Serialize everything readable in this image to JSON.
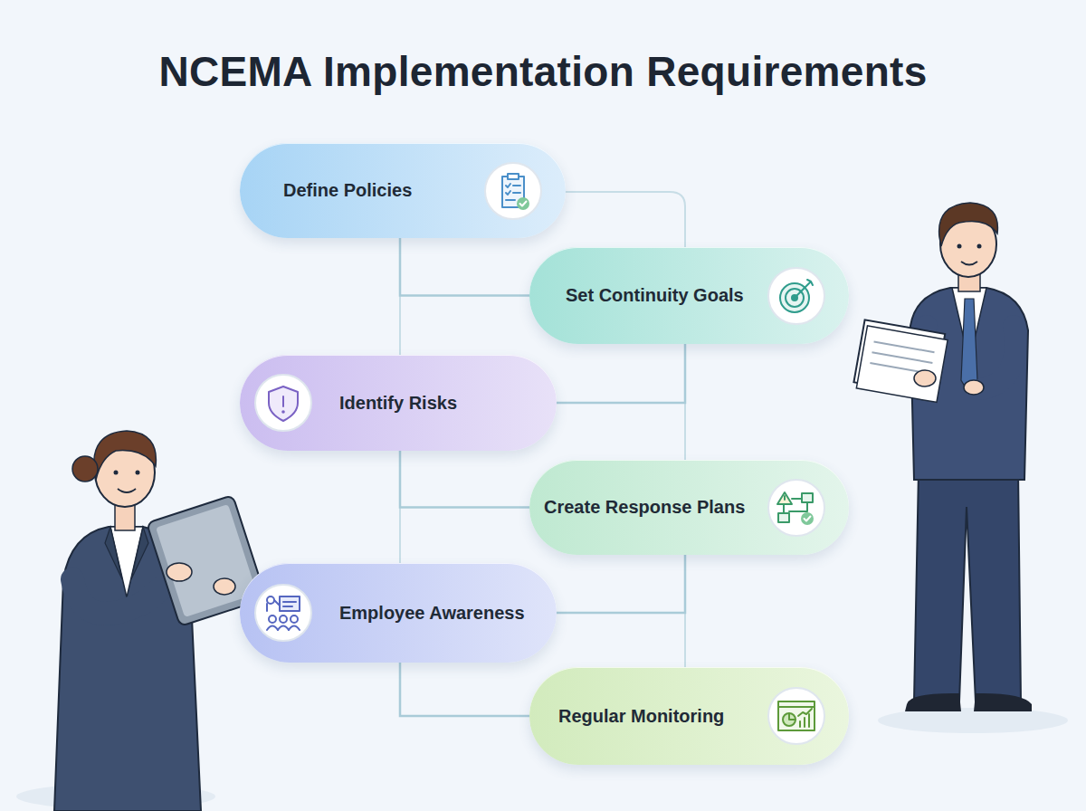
{
  "diagram": {
    "title": "NCEMA Implementation Requirements",
    "nodes": [
      {
        "text": [
          "Define Policies"
        ]
      },
      {
        "text": [
          "Set Continuity Goals"
        ]
      },
      {
        "text": [
          "Identify Risks"
        ]
      },
      {
        "text": [
          "Create Response Plans"
        ]
      },
      {
        "text": [
          "Employee Awareness"
        ]
      },
      {
        "text": [
          "Regular Monitoring"
        ]
      }
    ],
    "edges": [
      {
        "from": 0,
        "to": 1,
        "arrow": "none"
      },
      {
        "from": 1,
        "to": 2,
        "arrow": "none"
      },
      {
        "from": 2,
        "to": 3,
        "arrow": "none"
      },
      {
        "from": 3,
        "to": 4,
        "arrow": "none"
      },
      {
        "from": 4,
        "to": 5,
        "arrow": "none"
      }
    ]
  }
}
